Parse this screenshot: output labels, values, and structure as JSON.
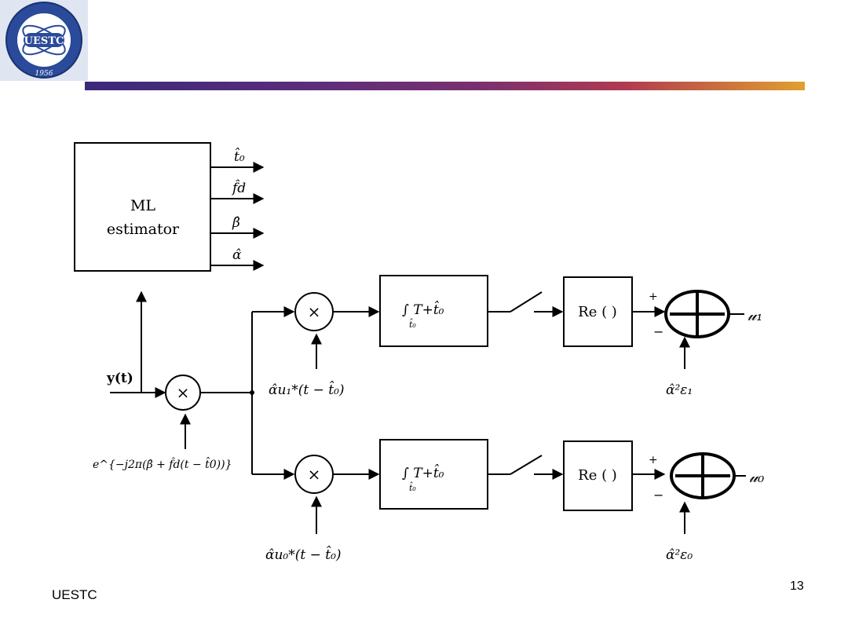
{
  "logo": {
    "text": "UESTC",
    "year": "1956"
  },
  "diagram": {
    "ml_estimator": {
      "line1": "ML",
      "line2": "estimator"
    },
    "outputs": [
      "t̂₀",
      "f̂d",
      "β̂",
      "α̂"
    ],
    "input_label": "y(t)",
    "multiplier_symbol": "×",
    "mixer_term": "e^{−j2π(β̂ + f̂d(t − t̂0))}",
    "ref_top": "α̂u₁*(t − t̂₀)",
    "ref_bottom": "α̂u₀*(t − t̂₀)",
    "integrator_label": "∫ T+t̂₀",
    "integrator_lower": "t̂₀",
    "re_label": "Re ( )",
    "plus": "+",
    "minus": "−",
    "bias_top": "α̂²ε₁",
    "bias_bottom": "α̂²ε₀",
    "output_top": "𝓊₁",
    "output_bottom": "𝓊₀"
  },
  "footer": {
    "org": "UESTC",
    "page_number": "13"
  }
}
